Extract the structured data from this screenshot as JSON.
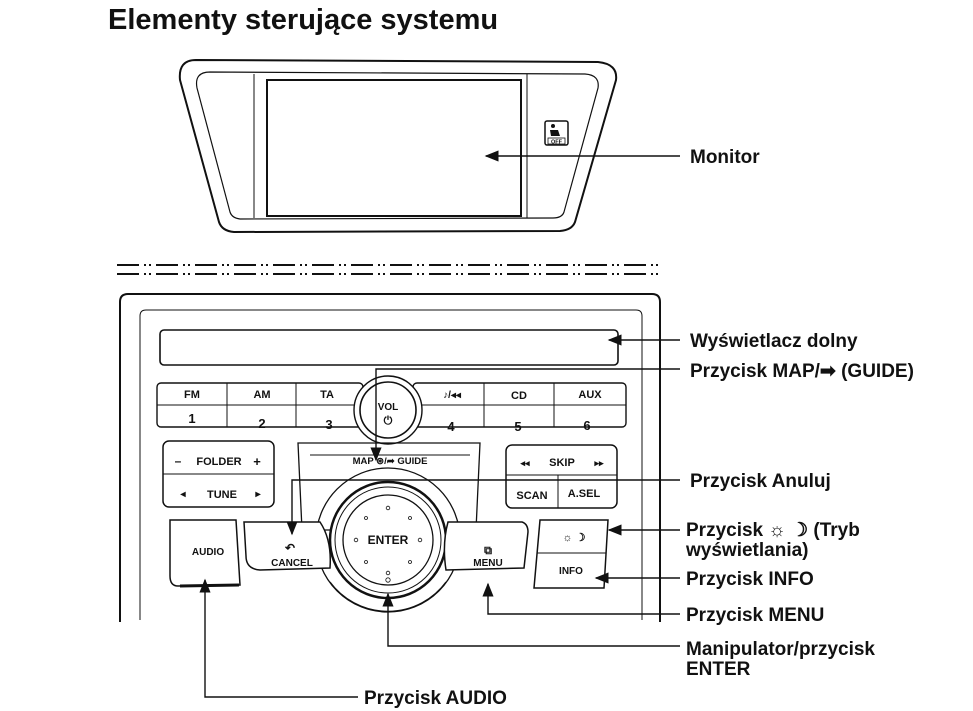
{
  "title": "Elementy sterujące systemu",
  "callouts": {
    "monitor": "Monitor",
    "lower_display": "Wyświetlacz dolny",
    "map_guide": "Przycisk MAP/➡ (GUIDE)",
    "cancel": "Przycisk Anuluj",
    "display_mode_1": "Przycisk ☼ ☽ (Tryb",
    "display_mode_2": "wyświetlania)",
    "info": "Przycisk INFO",
    "menu": "Przycisk MENU",
    "enter_1": "Manipulator/przycisk",
    "enter_2": "ENTER",
    "audio": "Przycisk AUDIO"
  },
  "buttons": {
    "top_row": [
      "FM",
      "AM",
      "TA",
      "♪/◂◂",
      "CD",
      "AUX"
    ],
    "preset_row": [
      "1",
      "2",
      "3",
      "4",
      "5",
      "6"
    ],
    "vol_label": "VOL",
    "vol_icon": "⏻",
    "folder_minus": "–",
    "folder": "FOLDER",
    "folder_plus": "+",
    "tune_left": "◂",
    "tune": "TUNE",
    "tune_right": "▸",
    "skip_back": "◂◂",
    "skip": "SKIP",
    "skip_fwd": "▸▸",
    "scan": "SCAN",
    "asel": "A.SEL",
    "map_guide": "MAP ⊛/➦ GUIDE",
    "audio": "AUDIO",
    "cancel_icon": "↶",
    "cancel": "CANCEL",
    "enter": "ENTER",
    "menu_icon": "⧉",
    "menu": "MENU",
    "daynight": "☼ ☽",
    "info": "INFO",
    "airbag_off": "OFF"
  }
}
